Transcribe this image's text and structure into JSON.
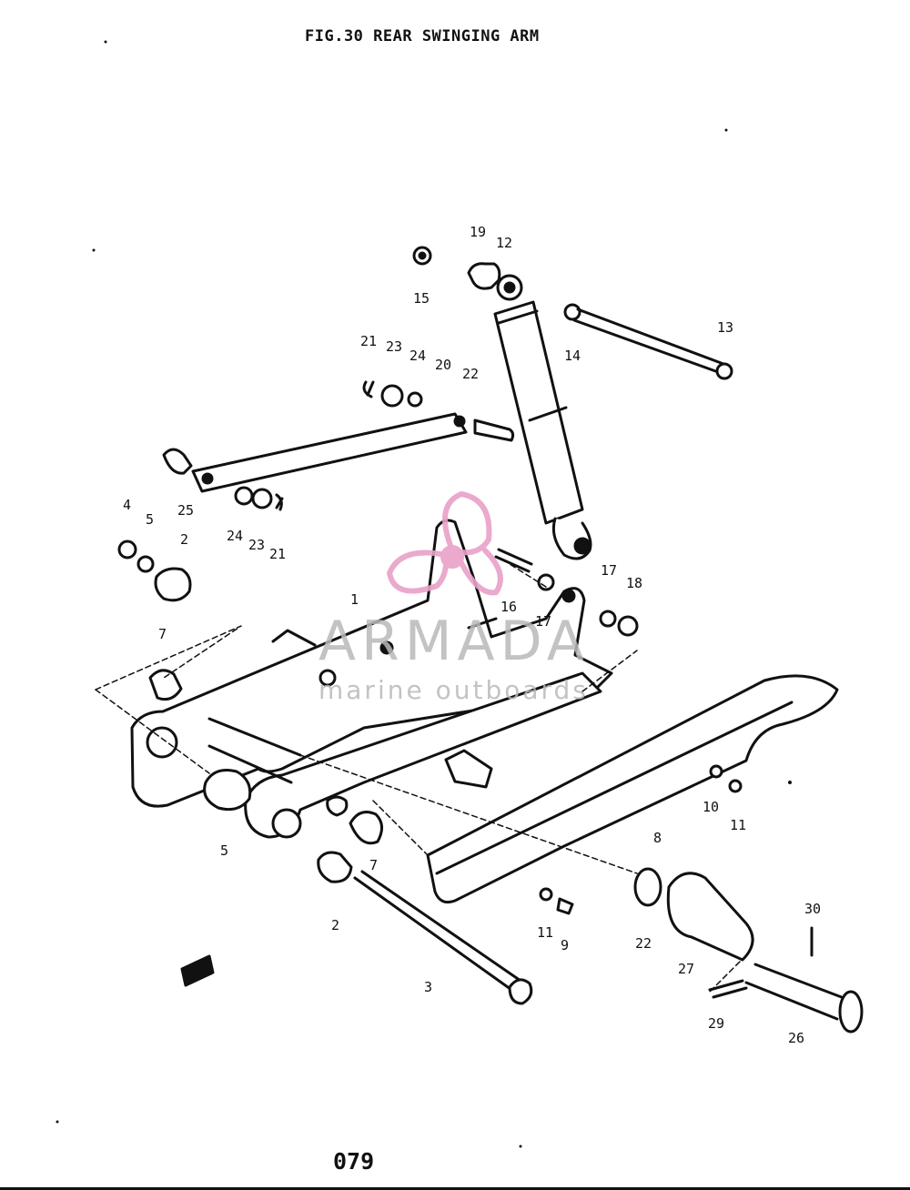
{
  "figure": {
    "title": "FIG.30  REAR SWINGING ARM",
    "page_number": "079"
  },
  "watermark": {
    "brand": "ARMADA",
    "subtitle": "marine outboards",
    "logo_icon": "propeller-icon",
    "logo_color": "#e8a0c8",
    "text_color": "#b9b9b9"
  },
  "callouts": [
    "19",
    "12",
    "15",
    "13",
    "14",
    "21",
    "23",
    "24",
    "20",
    "22",
    "25",
    "24",
    "23",
    "21",
    "4",
    "5",
    "2",
    "7",
    "1",
    "16",
    "17",
    "17",
    "18",
    "5",
    "10",
    "11",
    "8",
    "7",
    "2",
    "11",
    "9",
    "22",
    "27",
    "30",
    "3",
    "29",
    "26"
  ]
}
